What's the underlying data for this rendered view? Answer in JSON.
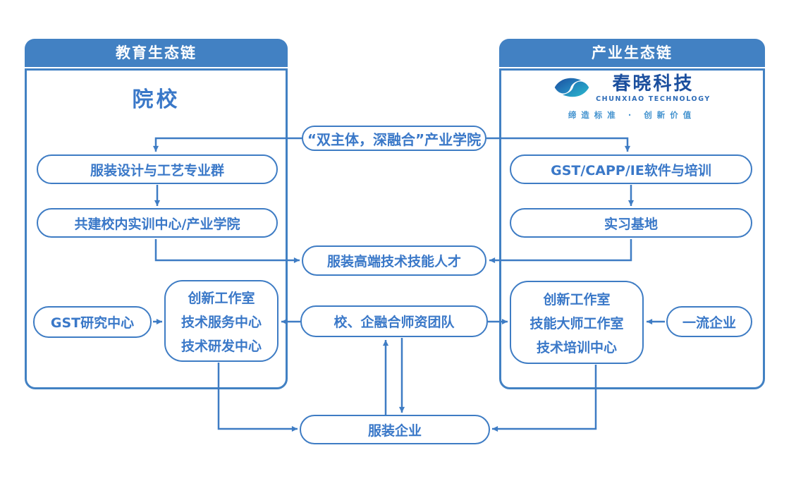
{
  "diagram": {
    "left_panel": {
      "header": "教育生态链",
      "title": "院校",
      "box1": "服装设计与工艺专业群",
      "box2": "共建校内实训中心/产业学院",
      "gst_center": "GST研究中心",
      "center_box_lines": [
        "创新工作室",
        "技术服务中心",
        "技术研发中心"
      ]
    },
    "right_panel": {
      "header": "产业生态链",
      "logo": {
        "name": "春晓科技",
        "subtitle": "CHUNXIAO TECHNOLOGY",
        "slogan": "缔造标准 · 创新价值"
      },
      "box1": "GST/CAPP/IE软件与培训",
      "box2": "实习基地",
      "center_box_lines": [
        "创新工作室",
        "技能大师工作室",
        "技术培训中心"
      ],
      "first_class": "一流企业"
    },
    "middle": {
      "industry_college": "“双主体，深融合”产业学院",
      "talent": "服装高端技术技能人才",
      "faculty": "校、企融合师资团队",
      "enterprise": "服装企业"
    },
    "colors": {
      "panel_blue": "#4281c3",
      "line_blue": "#3e7cc4",
      "text_blue": "#3a78c8",
      "logo_dark_blue": "#1b4f9e",
      "logo_teal": "#2ab8cd",
      "white": "#ffffff"
    }
  }
}
